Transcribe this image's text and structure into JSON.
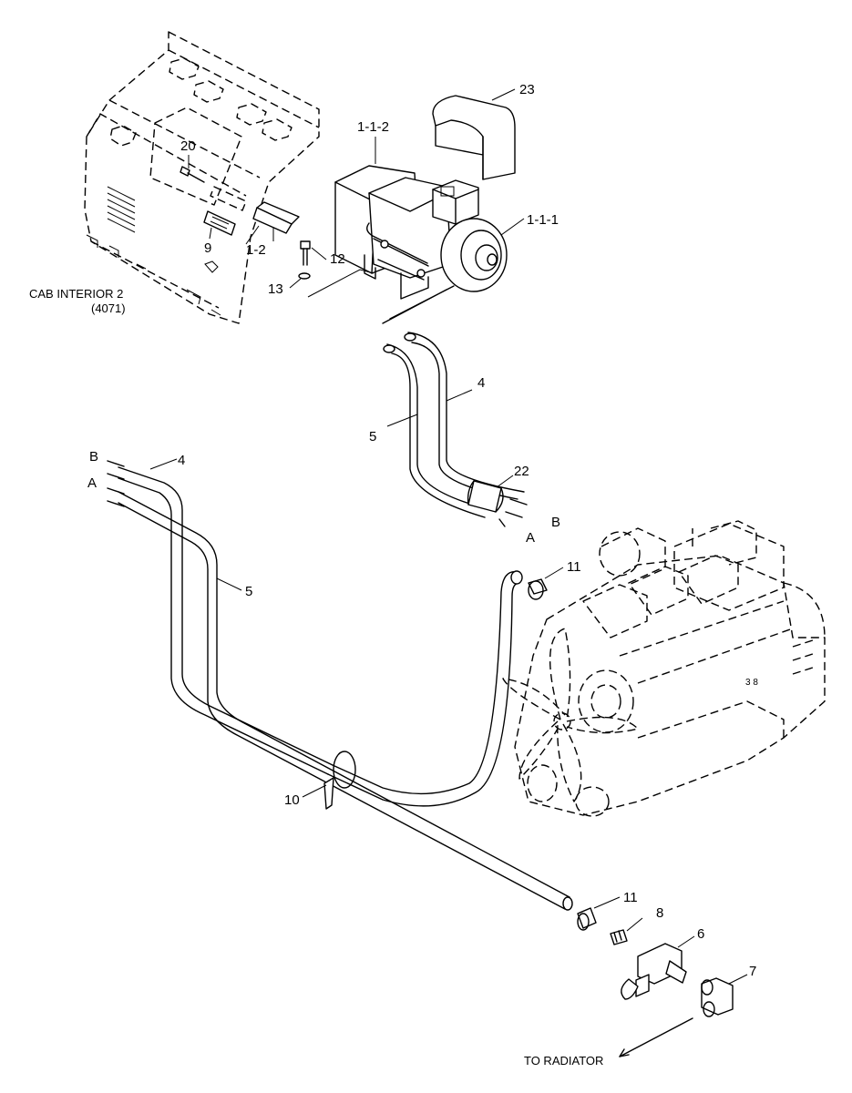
{
  "callouts": {
    "c23": "23",
    "c112": "1-1-2",
    "c111": "1-1-1",
    "c20": "20",
    "c9": "9",
    "c12a": "1-2",
    "c12": "12",
    "c13": "13",
    "c4a": "4",
    "c5a": "5",
    "c22": "22",
    "cBa": "B",
    "cAa": "A",
    "cBb": "B",
    "cAb": "A",
    "c4b": "4",
    "c5b": "5",
    "c11a": "11",
    "c10": "10",
    "c11b": "11",
    "c8": "8",
    "c6": "6",
    "c7": "7"
  },
  "notes": {
    "cab_interior": "CAB INTERIOR 2",
    "cab_ref": "(4071)",
    "to_radiator": "TO RADIATOR",
    "engine_mark": "3 8"
  }
}
